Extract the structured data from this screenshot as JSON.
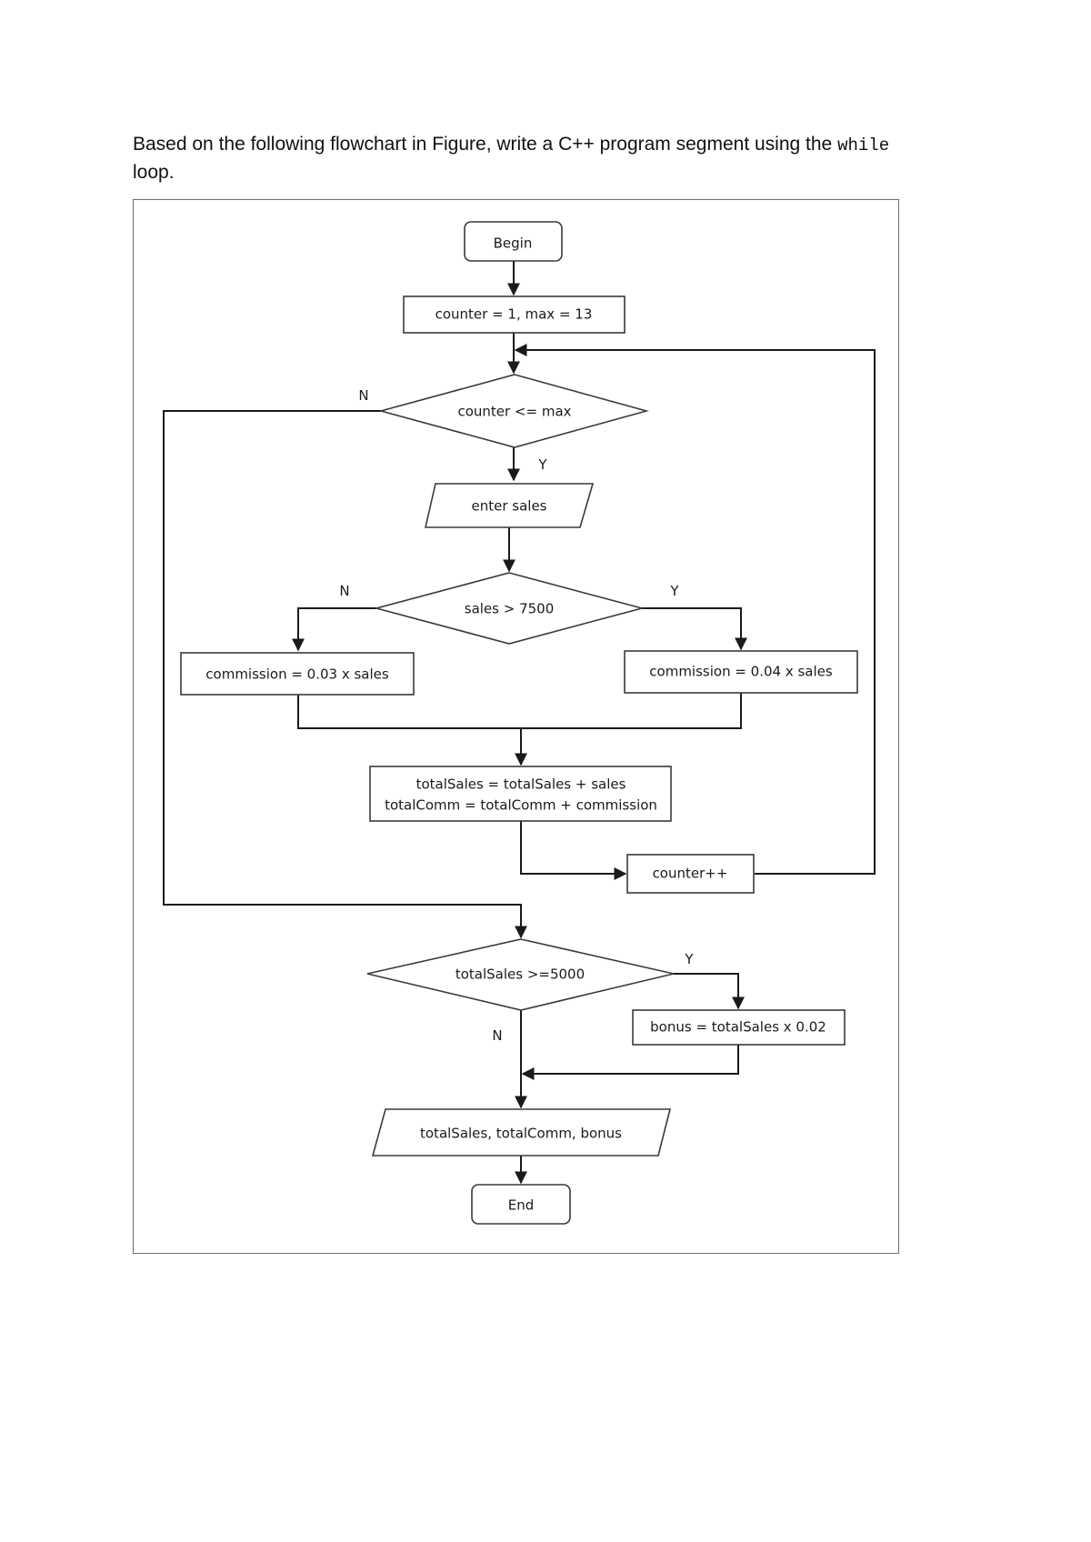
{
  "question": {
    "text_before": "Based on the following flowchart in Figure, write a C++ program segment using the",
    "code_word": "while",
    "text_after": "loop."
  },
  "flowchart": {
    "begin": "Begin",
    "init": "counter = 1, max = 13",
    "loop_condition": "counter <= max",
    "input_sales": "enter sales",
    "sales_condition": "sales > 7500",
    "commission_low": "commission = 0.03 x sales",
    "commission_high": "commission = 0.04 x sales",
    "totals_line1": "totalSales = totalSales + sales",
    "totals_line2": "totalComm = totalComm + commission",
    "increment": "counter++",
    "bonus_condition": "totalSales >=5000",
    "bonus": "bonus = totalSales x 0.02",
    "output": "totalSales, totalComm, bonus",
    "end": "End",
    "labels": {
      "no": "N",
      "yes": "Y"
    }
  }
}
